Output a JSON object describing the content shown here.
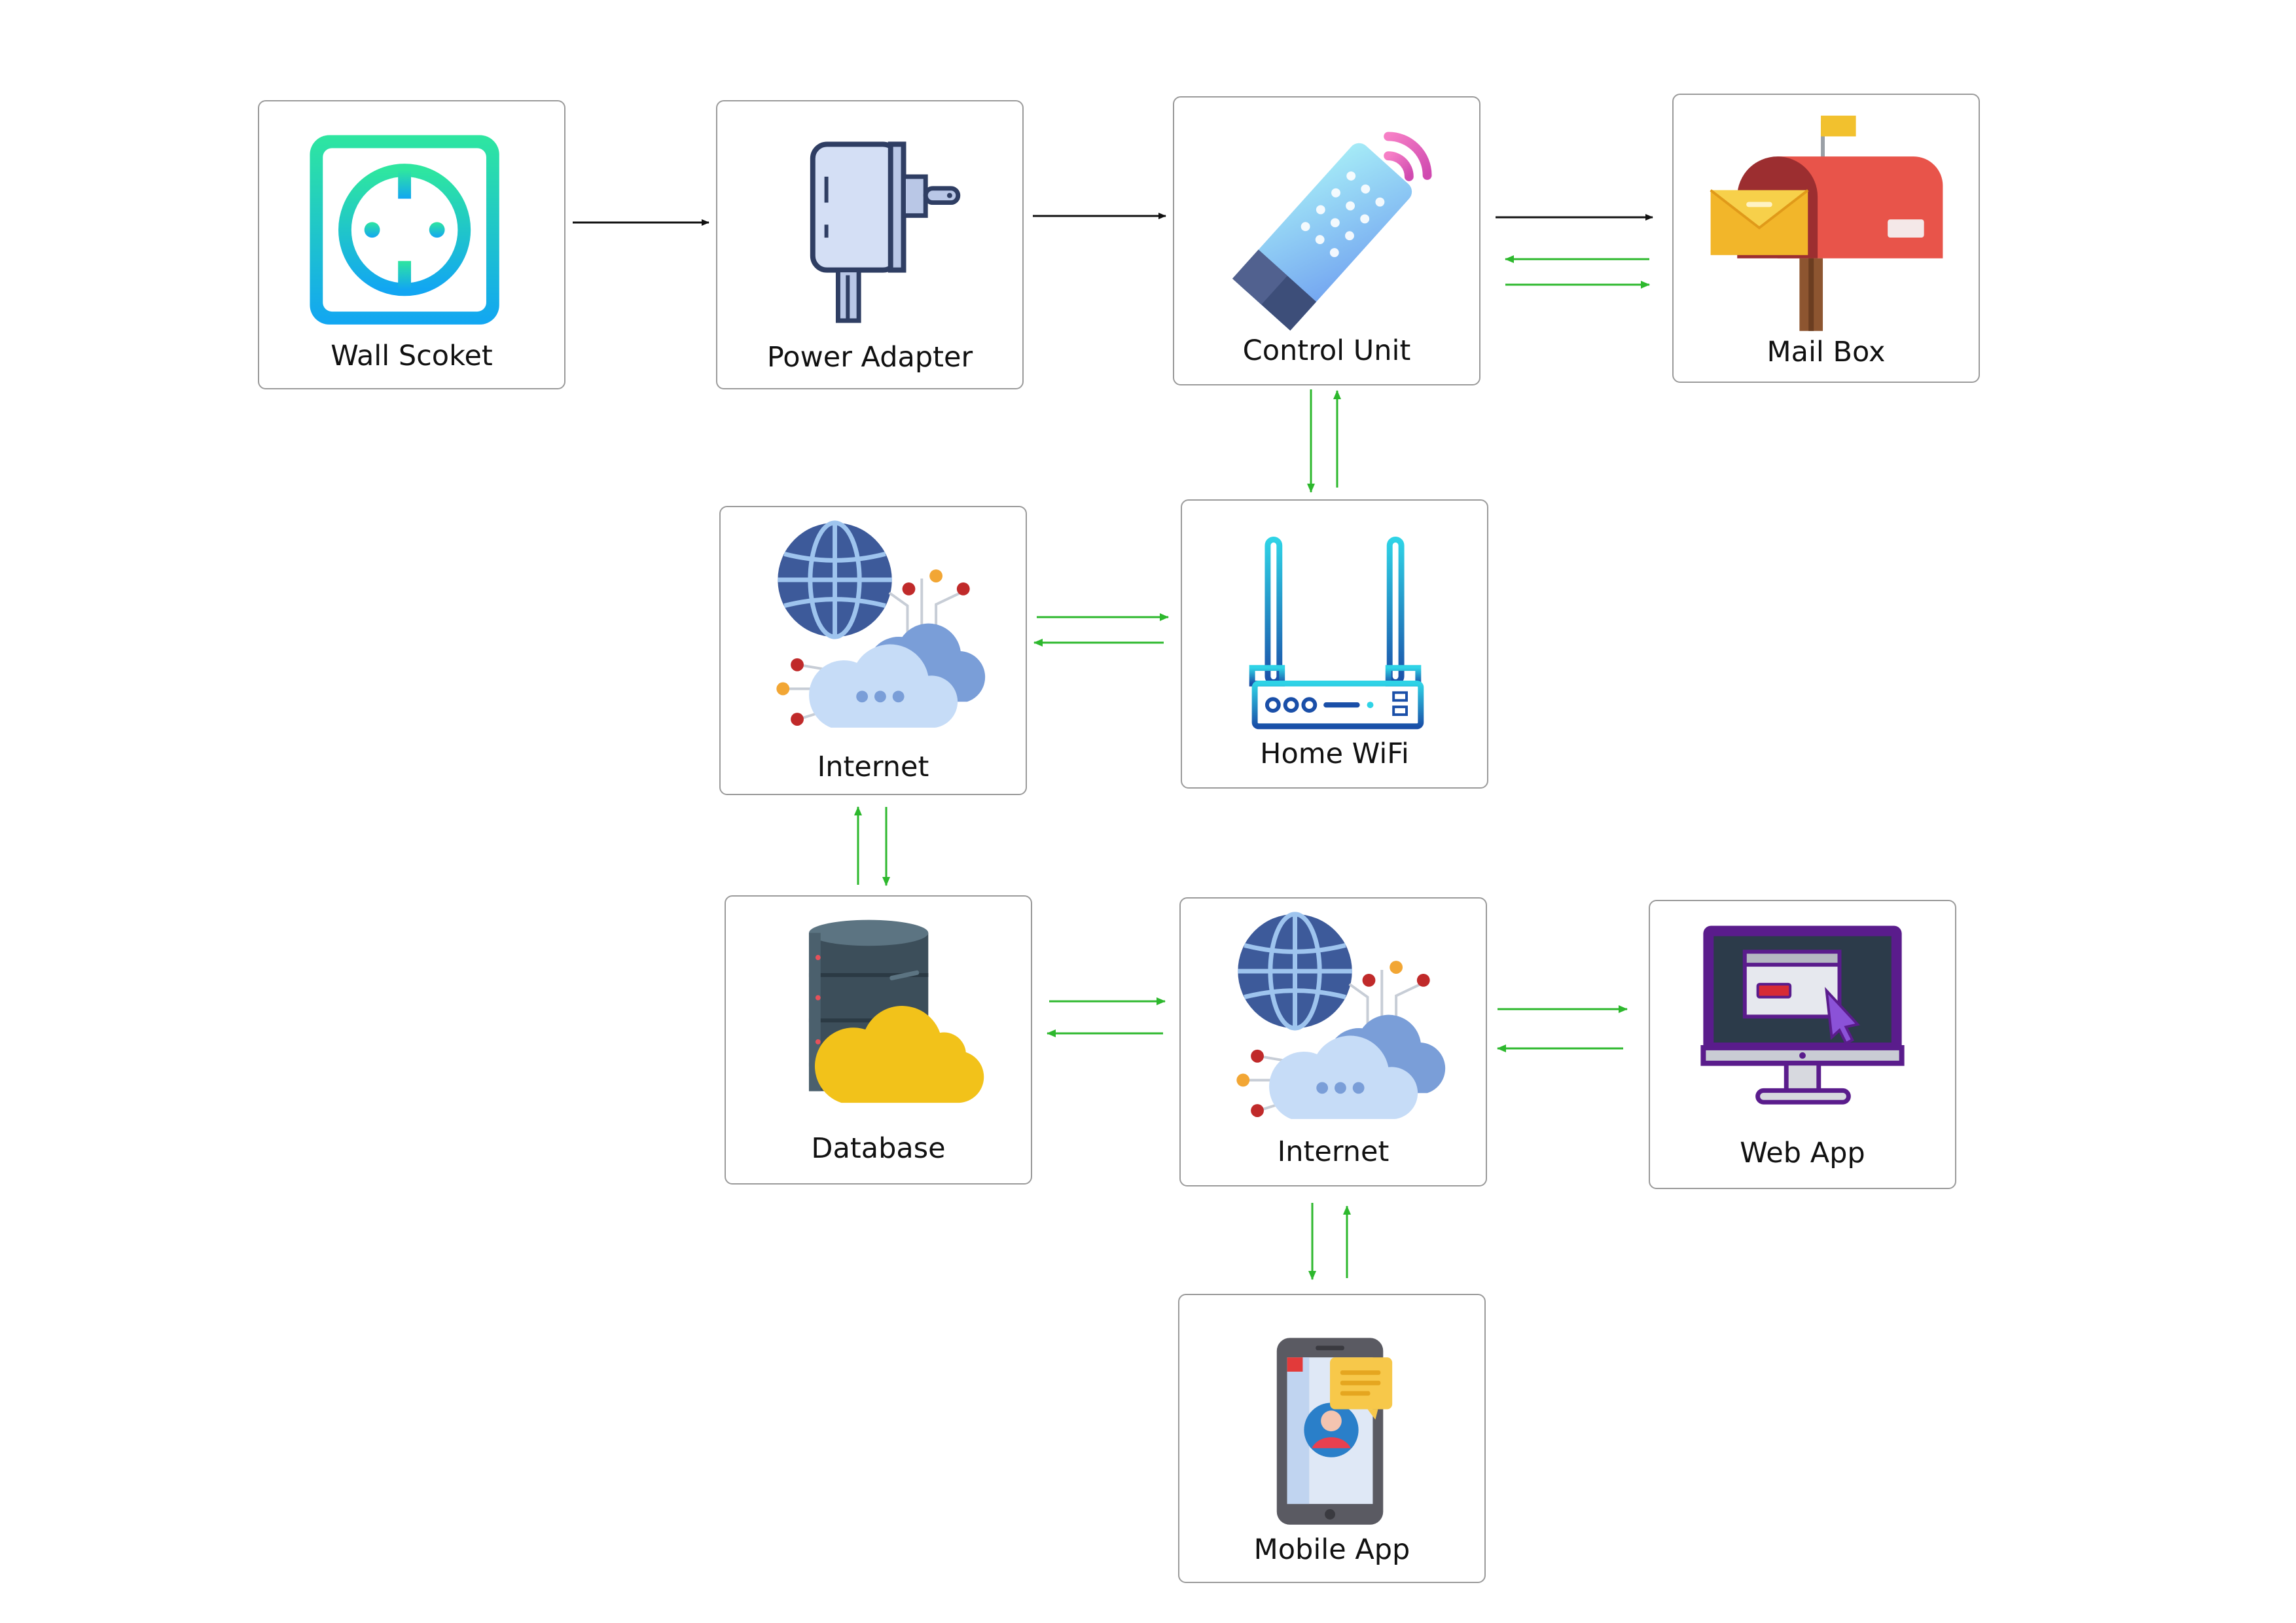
{
  "nodes": {
    "wall_socket": "Wall Scoket",
    "power_adapter": "Power Adapter",
    "control_unit": "Control Unit",
    "mail_box": "Mail Box",
    "internet_top": "Internet",
    "home_wifi": "Home WiFi",
    "database": "Database",
    "internet_bottom": "Internet",
    "web_app": "Web App",
    "mobile_app": "Mobile App"
  },
  "colors": {
    "power_link": "#111111",
    "data_link": "#2db82d",
    "border": "#9a9a9a"
  },
  "icons": {
    "wall_socket": "socket-icon",
    "power_adapter": "plug-adapter-icon",
    "control_unit": "wireless-device-icon",
    "mail_box": "mailbox-icon",
    "internet_top": "globe-cloud-icon",
    "home_wifi": "router-icon",
    "database": "cloud-database-icon",
    "internet_bottom": "globe-cloud-icon",
    "web_app": "monitor-icon",
    "mobile_app": "smartphone-icon"
  }
}
